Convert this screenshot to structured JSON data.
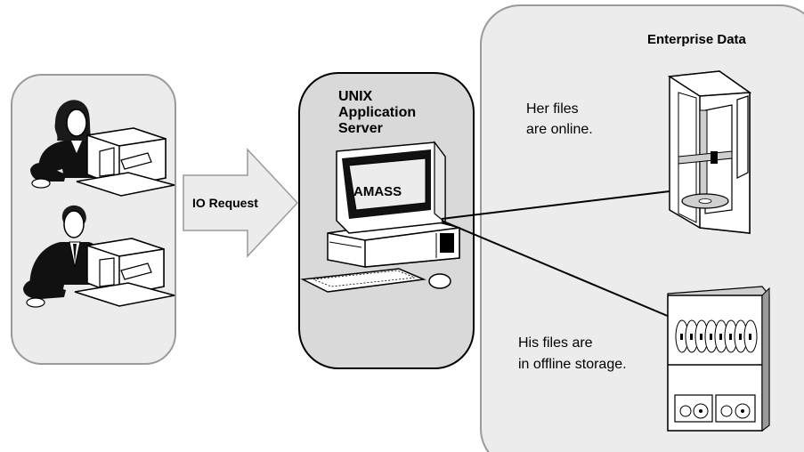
{
  "enterprise": {
    "title": "Enterprise Data"
  },
  "server": {
    "title_lines": [
      "UNIX",
      "Application",
      "Server"
    ],
    "screen_label": "AMASS"
  },
  "request": {
    "label": "IO Request"
  },
  "online": {
    "lines": [
      "Her files",
      "are online."
    ]
  },
  "offline": {
    "lines": [
      "His files are",
      "in offline storage."
    ]
  },
  "colors": {
    "panel_fill": "#ececec",
    "panel_stroke": "#9a9a9a",
    "server_fill": "#d9d9d9",
    "outline": "#000000"
  },
  "icons": [
    "user-female-icon",
    "user-male-icon",
    "workstation-icon",
    "server-computer-icon",
    "optical-jukebox-icon",
    "tape-library-icon"
  ]
}
